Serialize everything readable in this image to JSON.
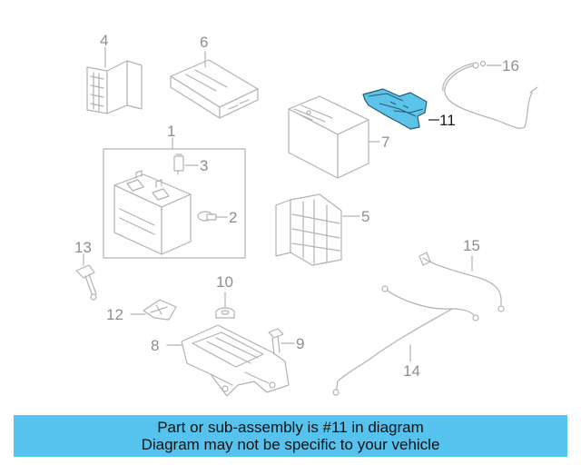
{
  "diagram": {
    "highlight_color": "#5cc4e8",
    "highlighted_part": "11",
    "callouts": [
      "1",
      "2",
      "3",
      "4",
      "5",
      "6",
      "7",
      "8",
      "9",
      "10",
      "11",
      "12",
      "13",
      "14",
      "15",
      "16"
    ]
  },
  "banner": {
    "background": "#56c2ee",
    "line1": "Part or sub-assembly is #11 in diagram",
    "line2": "Diagram may not be specific to your vehicle"
  }
}
